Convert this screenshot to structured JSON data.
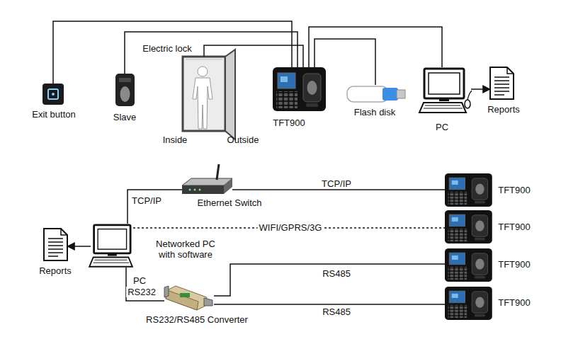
{
  "diagram": {
    "nodes": [
      {
        "text": [
          "Exit button"
        ]
      },
      {
        "text": [
          "Slave"
        ]
      },
      {
        "text": [
          "Electric lock",
          "Inside",
          "Outside"
        ]
      },
      {
        "text": [
          "TFT900"
        ]
      },
      {
        "text": [
          "Flash disk"
        ]
      },
      {
        "text": [
          "PC"
        ]
      },
      {
        "text": [
          "Reports"
        ]
      },
      {
        "text": [
          "Ethernet Switch"
        ]
      },
      {
        "text": [
          "Networked PC with software",
          "PC"
        ]
      },
      {
        "text": [
          "Reports"
        ]
      },
      {
        "text": [
          "RS232/RS485 Converter"
        ]
      },
      {
        "text": [
          "TFT900"
        ]
      },
      {
        "text": [
          "TFT900"
        ]
      },
      {
        "text": [
          "TFT900"
        ]
      },
      {
        "text": [
          "TFT900"
        ]
      }
    ],
    "edges": [
      {
        "from": 0,
        "to": 3,
        "arrow": "none"
      },
      {
        "from": 1,
        "to": 3,
        "arrow": "none"
      },
      {
        "from": 2,
        "to": 3,
        "arrow": "none"
      },
      {
        "from": 4,
        "to": 3,
        "arrow": "none"
      },
      {
        "from": 5,
        "to": 3,
        "arrow": "none"
      },
      {
        "from": 5,
        "to": 6,
        "arrow": "to"
      },
      {
        "from": 8,
        "to": 9,
        "arrow": "to"
      },
      {
        "from": 8,
        "to": 7,
        "label": "TCP/IP",
        "arrow": "none"
      },
      {
        "from": 7,
        "to": 11,
        "label": "TCP/IP",
        "arrow": "none"
      },
      {
        "from": 8,
        "to": 12,
        "label": "WIFI/GPRS/3G",
        "arrow": "none"
      },
      {
        "from": 8,
        "to": 10,
        "label": "RS232",
        "arrow": "none"
      },
      {
        "from": 10,
        "to": 13,
        "label": "RS485",
        "arrow": "none"
      },
      {
        "from": 10,
        "to": 14,
        "label": "RS485",
        "arrow": "none"
      }
    ]
  }
}
